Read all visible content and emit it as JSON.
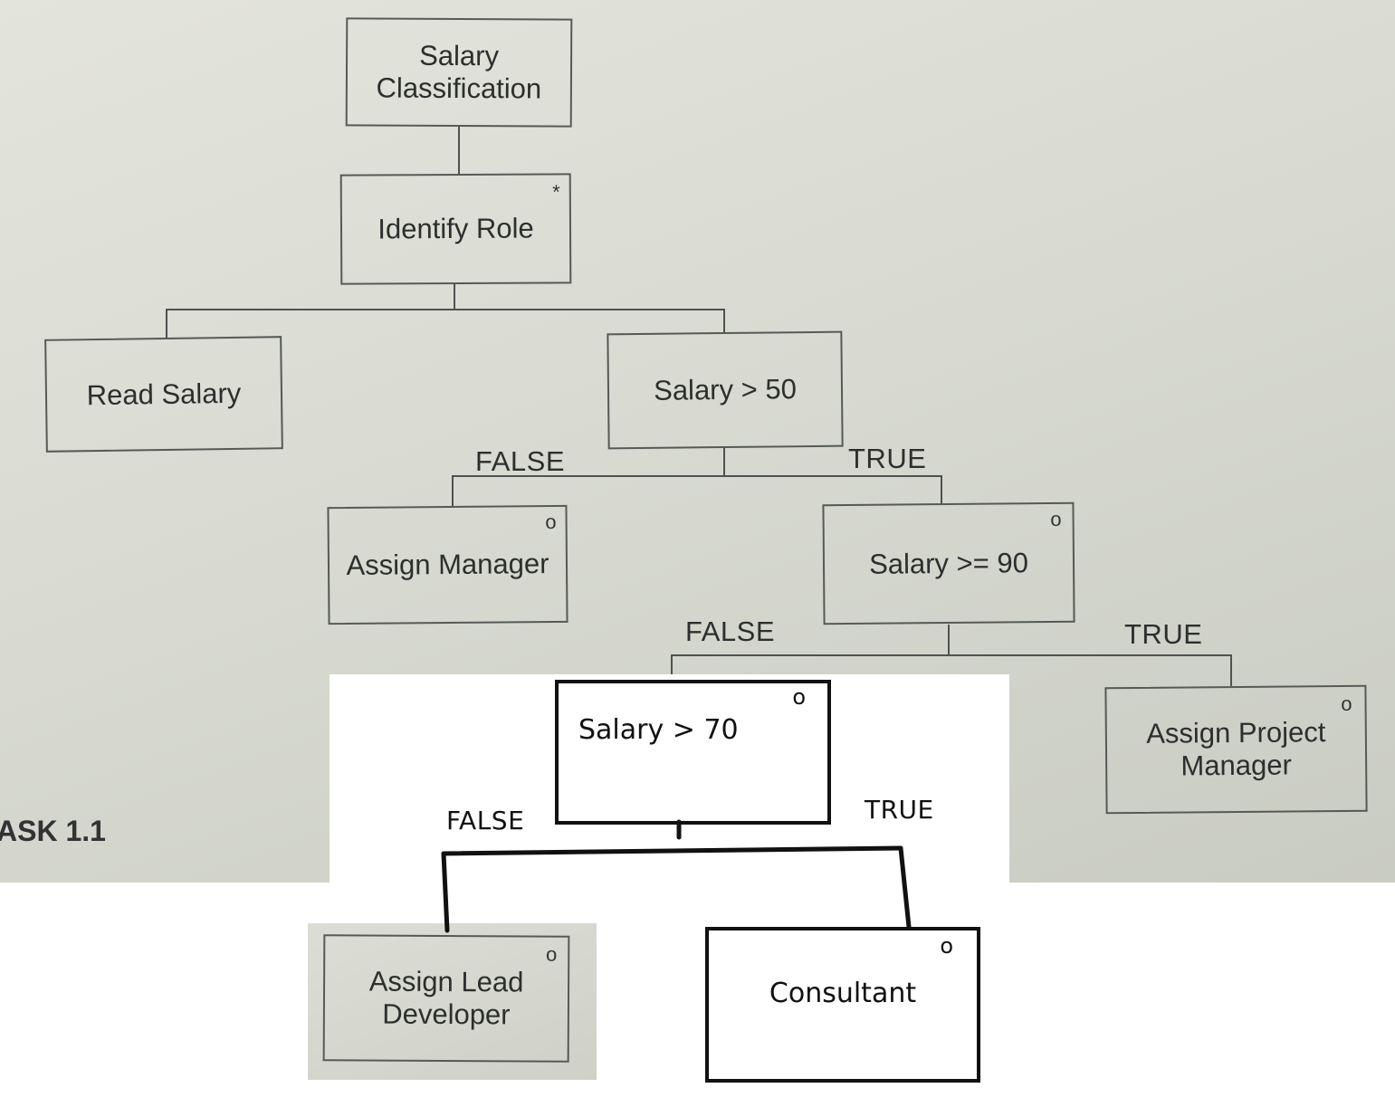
{
  "nodes": {
    "root": {
      "label": "Salary\nClassification",
      "marker": ""
    },
    "identify": {
      "label": "Identify Role",
      "marker": "*"
    },
    "read": {
      "label": "Read Salary",
      "marker": ""
    },
    "gt50": {
      "label": "Salary > 50",
      "marker": ""
    },
    "manager": {
      "label": "Assign Manager",
      "marker": "o"
    },
    "ge90": {
      "label": "Salary >= 90",
      "marker": "o"
    },
    "gt70": {
      "label": "Salary > 70",
      "marker": "o"
    },
    "project_manager": {
      "label": "Assign Project\nManager",
      "marker": "o"
    },
    "lead_dev": {
      "label": "Assign Lead\nDeveloper",
      "marker": "o"
    },
    "consultant": {
      "label": "Consultant",
      "marker": "o"
    }
  },
  "edge_labels": {
    "gt50_false": "FALSE",
    "gt50_true": "TRUE",
    "ge90_false": "FALSE",
    "ge90_true": "TRUE",
    "gt70_false": "FALSE",
    "gt70_true": "TRUE"
  },
  "caption": "ASK 1.1"
}
